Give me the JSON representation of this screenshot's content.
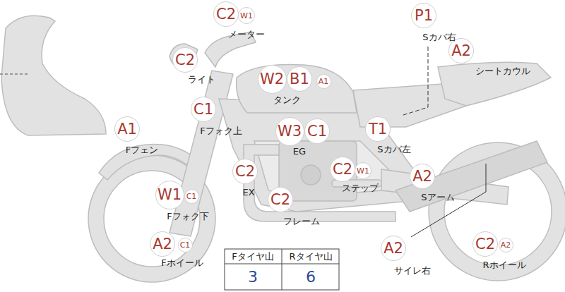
{
  "diagram": {
    "nodes": [
      {
        "text": [
          "C2"
        ]
      },
      {
        "text": [
          "W1"
        ]
      },
      {
        "text": [
          "P1"
        ]
      },
      {
        "text": [
          "A2"
        ]
      },
      {
        "text": [
          "C2"
        ]
      },
      {
        "text": [
          "W2"
        ]
      },
      {
        "text": [
          "B1"
        ]
      },
      {
        "text": [
          "A1"
        ]
      },
      {
        "text": [
          "C1"
        ]
      },
      {
        "text": [
          "A1"
        ]
      },
      {
        "text": [
          "W3"
        ]
      },
      {
        "text": [
          "C1"
        ]
      },
      {
        "text": [
          "T1"
        ]
      },
      {
        "text": [
          "C2"
        ]
      },
      {
        "text": [
          "W1"
        ]
      },
      {
        "text": [
          "C2"
        ]
      },
      {
        "text": [
          "A2"
        ]
      },
      {
        "text": [
          "W1"
        ]
      },
      {
        "text": [
          "C1"
        ]
      },
      {
        "text": [
          "C2"
        ]
      },
      {
        "text": [
          "A2"
        ]
      },
      {
        "text": [
          "C1"
        ]
      },
      {
        "text": [
          "A2"
        ]
      },
      {
        "text": [
          "C2"
        ]
      },
      {
        "text": [
          "A2"
        ]
      }
    ],
    "labels": [
      "メーター",
      "Sカバ右",
      "ライト",
      "シートカウル",
      "タンク",
      "Fフォク上",
      "Fフェン",
      "EG",
      "Sカバ左",
      "EX",
      "ステップ",
      "Sアーム",
      "フレーム",
      "Fフォク下",
      "Fタイヤ山",
      "Rタイヤ山",
      "Fホイール",
      "サイレ右",
      "Rホイール",
      "3",
      "6"
    ]
  }
}
